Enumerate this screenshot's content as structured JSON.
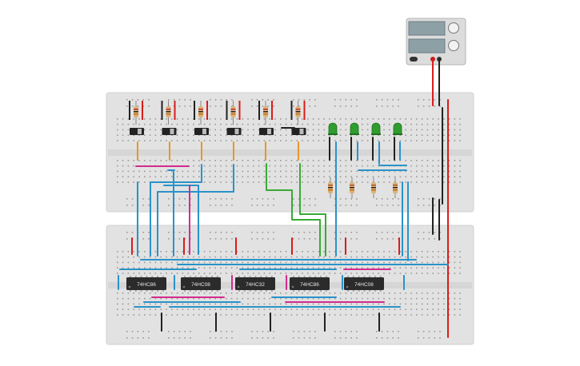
{
  "power_supply": {
    "name": "bench-power-supply",
    "terminals": [
      "negative",
      "positive"
    ]
  },
  "chips": [
    {
      "label": "74HC86"
    },
    {
      "label": "74HC08"
    },
    {
      "label": "74HC32"
    },
    {
      "label": "74HC86"
    },
    {
      "label": "74HC08"
    }
  ],
  "switch_count": 6,
  "input_resistor_count": 6,
  "led_count": 4,
  "led_color": "#2e9d2e",
  "led_resistor_count": 4,
  "colors": {
    "breadboard": "#e3e3e3",
    "wire_blue": "#2a93c9",
    "wire_magenta": "#d42c8e",
    "wire_green": "#3aa935",
    "wire_orange": "#e8952a",
    "wire_red": "#d81d1d",
    "wire_black": "#222222"
  }
}
